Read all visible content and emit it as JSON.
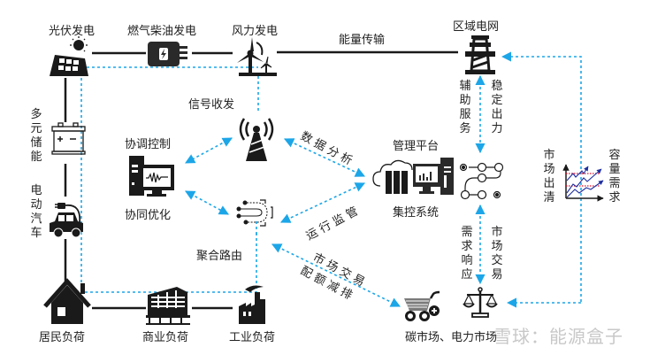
{
  "title": "虚拟电厂系统架构示意图",
  "colors": {
    "power_line": "#1a1a1a",
    "signal_line": "#1ca6e8",
    "trend_line": "#1f2ea0",
    "threshold_line": "#e0102a",
    "icon_fill": "#1a1a1a",
    "watermark": "#c8c8c8"
  },
  "generation": {
    "pv": "光伏发电",
    "gas_diesel": "燃气柴油发电",
    "wind": "风力发电"
  },
  "grid": {
    "regional_grid": "区域电网",
    "energy_transmission": "能量传输",
    "ancillary_services": "辅助服务",
    "stable_output": "稳定出力"
  },
  "left_column": {
    "storage": "多元储能",
    "ev": "电动汽车"
  },
  "loads": {
    "residential": "居民负荷",
    "commercial": "商业负荷",
    "industrial": "工业负荷"
  },
  "control": {
    "signal": "信号收发",
    "coord_control": "协调控制",
    "coord_optimize": "协同优化",
    "aggregation_routing": "聚合路由",
    "data_analysis": "数据分析",
    "operation_supervision": "运行监管",
    "market_trading_diag": "市场交易",
    "quota_emission": "配额减排"
  },
  "platform": {
    "management": "管理平台",
    "centralized_control": "集控系统"
  },
  "market": {
    "demand_response": "需求响应",
    "market_trading": "市场交易",
    "market_clearing": "市场出清",
    "capacity_demand": "容量需求",
    "carbon_power_market": "碳市场、电力市场"
  },
  "watermark": "雪球：能源盒子",
  "icons": {
    "pv": "solar-panel-icon",
    "gas": "generator-icon",
    "wind": "wind-turbine-icon",
    "grid": "transmission-tower-icon",
    "storage": "battery-icon",
    "ev": "electric-car-icon",
    "residential": "house-icon",
    "commercial": "office-building-icon",
    "industrial": "factory-icon",
    "signal": "radio-tower-icon",
    "control": "monitor-computer-icon",
    "routing": "circuit-gear-icon",
    "platform": "cloud-server-icon",
    "flow": "flow-nodes-icon",
    "clearing": "trend-chart-icon",
    "carbon": "cart-icon",
    "power_market": "balance-scale-icon"
  }
}
